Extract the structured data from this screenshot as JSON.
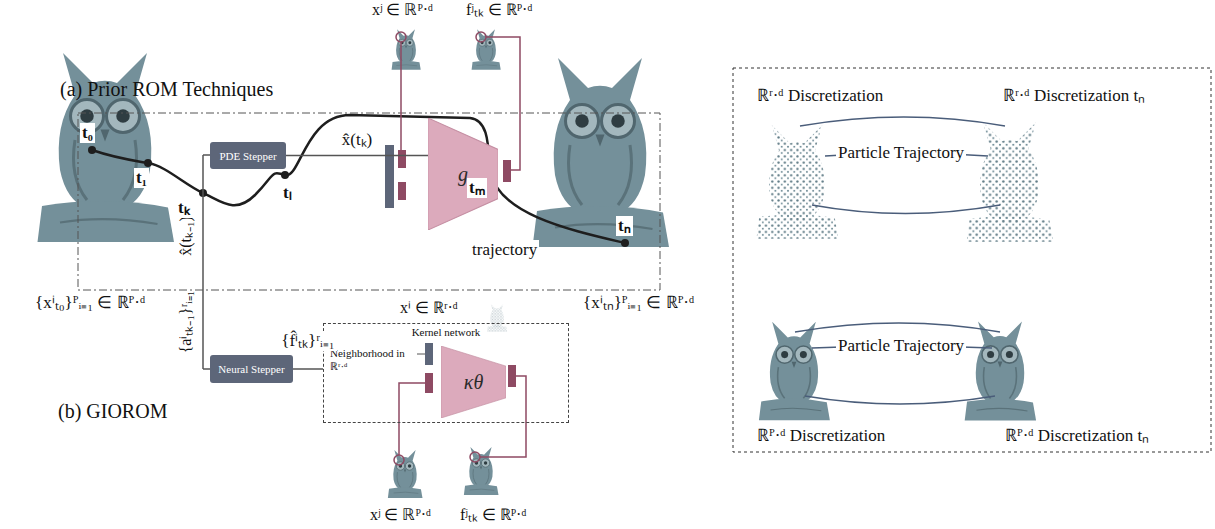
{
  "diagram": {
    "nodes": [
      {
        "text": [
          "PDE Stepper"
        ]
      },
      {
        "text": [
          "g"
        ]
      },
      {
        "text": [
          "Neural Stepper"
        ]
      },
      {
        "text": [
          "Kernel network"
        ]
      },
      {
        "text": [
          "κθ"
        ],
        "in": 3
      }
    ],
    "edges": [
      {
        "from": 0,
        "to": 1,
        "label": "x̂(tₖ)",
        "arrow": "none"
      },
      {
        "from": 2,
        "to": 3,
        "label": "{f̂ⁱₜₖ}ʳᵢ₌₁",
        "arrow": "none"
      }
    ],
    "labels": [
      "(a) Prior ROM Techniques",
      "xʲ ∈ ℝᴾ·ᵈ",
      "fʲₜₖ ∈ ℝᴾ·ᵈ",
      "x̂(tₖ₋₁)",
      "{aⁱₜₖ₋₁}ʳᵢ₌₁",
      "t₀",
      "t₁",
      "tₖ",
      "tₗ",
      "tₘ",
      "tₙ",
      "trajectory",
      "{xⁱₜ₀}ᴾᵢ₌₁ ∈ ℝᴾ·ᵈ",
      "{xⁱₜₙ}ᴾᵢ₌₁ ∈ ℝᴾ·ᵈ",
      "xⁱ ∈ ℝʳ·ᵈ",
      "Neighborhood in ℝʳ·ᵈ",
      "xʲ ∈ ℝᴾ·ᵈ",
      "fʲₜₖ ∈ ℝᴾ·ᵈ",
      "(b) GIOROM",
      "ℝʳ·ᵈ Discretization",
      "ℝʳ·ᵈ Discretization tₙ",
      "Particle Trajectory",
      "Particle Trajectory",
      "ℝᴾ·ᵈ Discretization",
      "ℝᴾ·ᵈ Discretization tₙ"
    ]
  }
}
